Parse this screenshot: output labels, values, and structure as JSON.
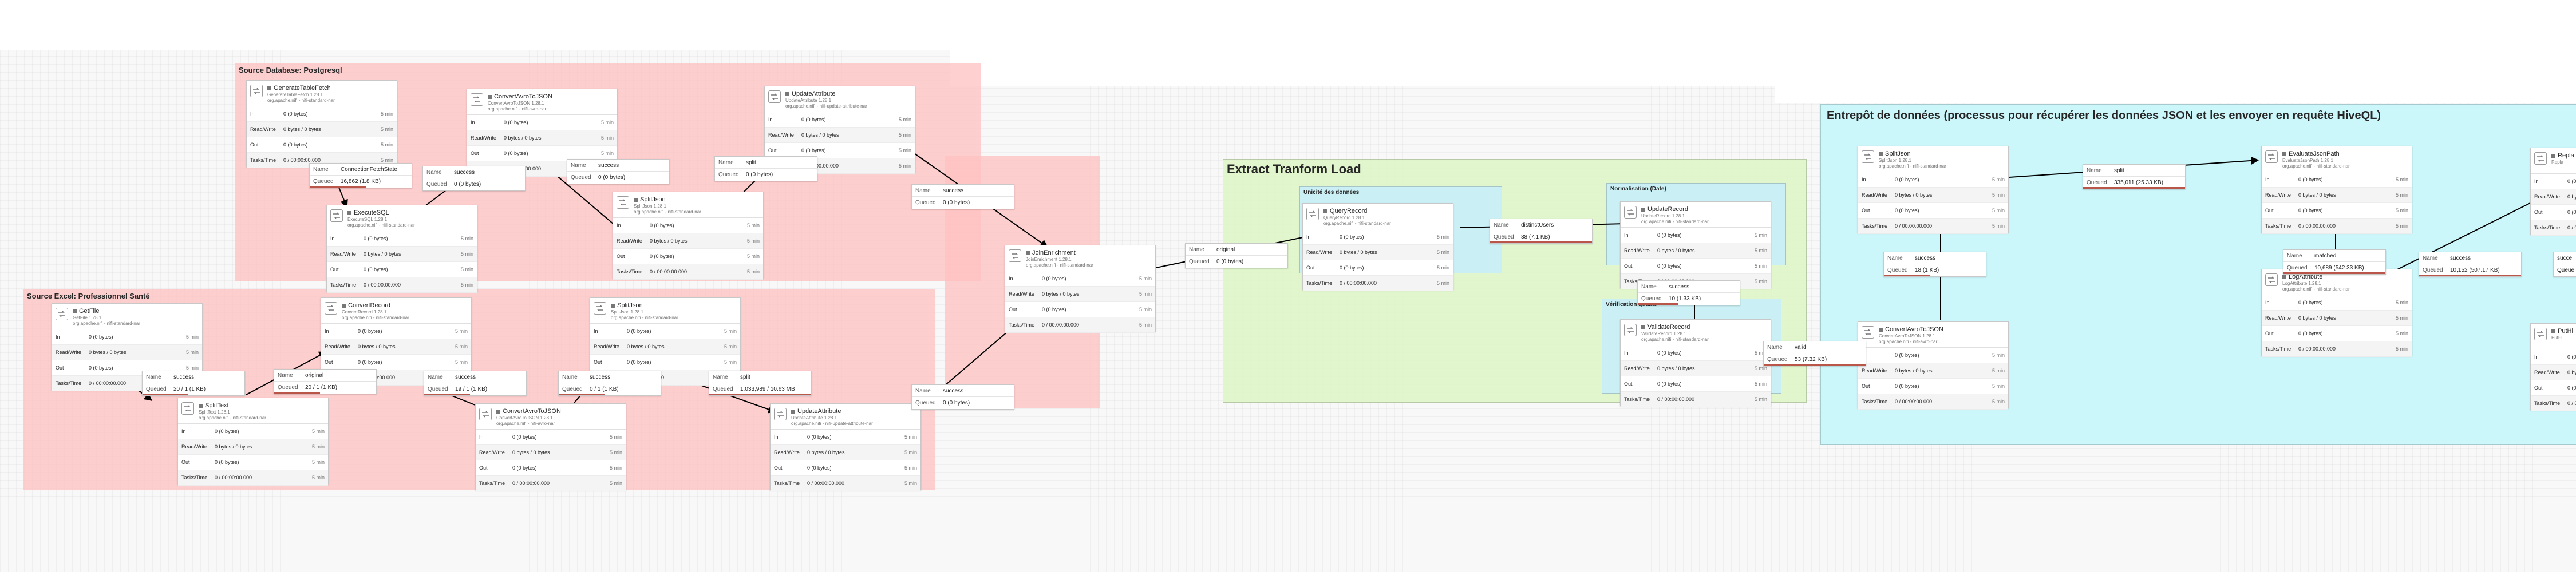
{
  "colors": {
    "group_pink": "#ffc0c0",
    "group_green": "#def5c8",
    "group_cyan": "#c8f0fa",
    "queue_bar": "#ba554a"
  },
  "groups": {
    "pg": {
      "title": "Source Database: Postgresql"
    },
    "excel": {
      "title": "Source Excel: Professionnel Santé"
    },
    "middle": {
      "title": ""
    },
    "etl": {
      "title": "Extract Tranform Load"
    },
    "unicite": {
      "title": "Unicité des données"
    },
    "norm": {
      "title": "Normalisation (Date)"
    },
    "verif": {
      "title": "Vérification qualité"
    },
    "dw": {
      "title": "Entrepôt de données (processus pour récupérer les données JSON et les envoyer en requête HiveQL)"
    }
  },
  "row_labels": {
    "in": "In",
    "rw": "Read/Write",
    "out": "Out",
    "tasks": "Tasks/Time"
  },
  "conn_labels": {
    "name": "Name",
    "queued": "Queued"
  },
  "processors": {
    "generate": {
      "name": "GenerateTableFetch",
      "type": "GenerateTableFetch 1.28.1",
      "bundle": "org.apache.nifi - nifi-standard-nar",
      "in": "0 (0 bytes)",
      "rw": "0 bytes / 0 bytes",
      "out": "0 (0 bytes)",
      "tasks": "0 / 00:00:00.000",
      "t": "5 min"
    },
    "execsql": {
      "name": "ExecuteSQL",
      "type": "ExecuteSQL 1.28.1",
      "bundle": "org.apache.nifi - nifi-standard-nar",
      "in": "0 (0 bytes)",
      "rw": "0 bytes / 0 bytes",
      "out": "0 (0 bytes)",
      "tasks": "0 / 00:00:00.000",
      "t": "5 min"
    },
    "avro1": {
      "name": "ConvertAvroToJSON",
      "type": "ConvertAvroToJSON 1.28.1",
      "bundle": "org.apache.nifi - nifi-avro-nar",
      "in": "0 (0 bytes)",
      "rw": "0 bytes / 0 bytes",
      "out": "0 (0 bytes)",
      "tasks": "0 / 00:00:00.000",
      "t": "5 min"
    },
    "splitjson1": {
      "name": "SplitJson",
      "type": "SplitJson 1.28.1",
      "bundle": "org.apache.nifi - nifi-standard-nar",
      "in": "0 (0 bytes)",
      "rw": "0 bytes / 0 bytes",
      "out": "0 (0 bytes)",
      "tasks": "0 / 00:00:00.000",
      "t": "5 min"
    },
    "update1": {
      "name": "UpdateAttribute",
      "type": "UpdateAttribute 1.28.1",
      "bundle": "org.apache.nifi - nifi-update-attribute-nar",
      "in": "0 (0 bytes)",
      "rw": "0 bytes / 0 bytes",
      "out": "0 (0 bytes)",
      "tasks": "0 / 00:00:00.000",
      "t": "5 min"
    },
    "getfile": {
      "name": "GetFile",
      "type": "GetFile 1.28.1",
      "bundle": "org.apache.nifi - nifi-standard-nar",
      "in": "0 (0 bytes)",
      "rw": "0 bytes / 0 bytes",
      "out": "0 (0 bytes)",
      "tasks": "0 / 00:00:00.000",
      "t": "5 min"
    },
    "splittext": {
      "name": "SplitText",
      "type": "SplitText 1.28.1",
      "bundle": "org.apache.nifi - nifi-standard-nar",
      "in": "0 (0 bytes)",
      "rw": "0 bytes / 0 bytes",
      "out": "0 (0 bytes)",
      "tasks": "0 / 00:00:00.000",
      "t": "5 min"
    },
    "convrec": {
      "name": "ConvertRecord",
      "type": "ConvertRecord 1.28.1",
      "bundle": "org.apache.nifi - nifi-standard-nar",
      "in": "0 (0 bytes)",
      "rw": "0 bytes / 0 bytes",
      "out": "0 (0 bytes)",
      "tasks": "0 / 00:00:00.000",
      "t": "5 min"
    },
    "avro2": {
      "name": "ConvertAvroToJSON",
      "type": "ConvertAvroToJSON 1.28.1",
      "bundle": "org.apache.nifi - nifi-avro-nar",
      "in": "0 (0 bytes)",
      "rw": "0 bytes / 0 bytes",
      "out": "0 (0 bytes)",
      "tasks": "0 / 00:00:00.000",
      "t": "5 min"
    },
    "splitjson2": {
      "name": "SplitJson",
      "type": "SplitJson 1.28.1",
      "bundle": "org.apache.nifi - nifi-standard-nar",
      "in": "0 (0 bytes)",
      "rw": "0 bytes / 0 bytes",
      "out": "0 (0 bytes)",
      "tasks": "0 / 00:00:00.000",
      "t": "5 min"
    },
    "update2": {
      "name": "UpdateAttribute",
      "type": "UpdateAttribute 1.28.1",
      "bundle": "org.apache.nifi - nifi-update-attribute-nar",
      "in": "0 (0 bytes)",
      "rw": "0 bytes / 0 bytes",
      "out": "0 (0 bytes)",
      "tasks": "0 / 00:00:00.000",
      "t": "5 min"
    },
    "join": {
      "name": "JoinEnrichment",
      "type": "JoinEnrichment 1.28.1",
      "bundle": "org.apache.nifi - nifi-standard-nar",
      "in": "0 (0 bytes)",
      "rw": "0 bytes / 0 bytes",
      "out": "0 (0 bytes)",
      "tasks": "0 / 00:00:00.000",
      "t": "5 min"
    },
    "query": {
      "name": "QueryRecord",
      "type": "QueryRecord 1.28.1",
      "bundle": "org.apache.nifi - nifi-standard-nar",
      "in": "0 (0 bytes)",
      "rw": "0 bytes / 0 bytes",
      "out": "0 (0 bytes)",
      "tasks": "0 / 00:00:00.000",
      "t": "5 min"
    },
    "updrec": {
      "name": "UpdateRecord",
      "type": "UpdateRecord 1.28.1",
      "bundle": "org.apache.nifi - nifi-standard-nar",
      "in": "0 (0 bytes)",
      "rw": "0 bytes / 0 bytes",
      "out": "0 (0 bytes)",
      "tasks": "0 / 00:00:00.000",
      "t": "5 min"
    },
    "valrec": {
      "name": "ValidateRecord",
      "type": "ValidateRecord 1.28.1",
      "bundle": "org.apache.nifi - nifi-standard-nar",
      "in": "0 (0 bytes)",
      "rw": "0 bytes / 0 bytes",
      "out": "0 (0 bytes)",
      "tasks": "0 / 00:00:00.000",
      "t": "5 min"
    },
    "splitjson3": {
      "name": "SplitJson",
      "type": "SplitJson 1.28.1",
      "bundle": "org.apache.nifi - nifi-standard-nar",
      "in": "0 (0 bytes)",
      "rw": "0 bytes / 0 bytes",
      "out": "0 (0 bytes)",
      "tasks": "0 / 00:00:00.000",
      "t": "5 min"
    },
    "avro3": {
      "name": "ConvertAvroToJSON",
      "type": "ConvertAvroToJSON 1.28.1",
      "bundle": "org.apache.nifi - nifi-avro-nar",
      "in": "0 (0 bytes)",
      "rw": "0 bytes / 0 bytes",
      "out": "0 (0 bytes)",
      "tasks": "0 / 00:00:00.000",
      "t": "5 min"
    },
    "evaljson": {
      "name": "EvaluateJsonPath",
      "type": "EvaluateJsonPath 1.28.1",
      "bundle": "org.apache.nifi - nifi-standard-nar",
      "in": "0 (0 bytes)",
      "rw": "0 bytes / 0 bytes",
      "out": "0 (0 bytes)",
      "tasks": "0 / 00:00:00.000",
      "t": "5 min"
    },
    "logattr": {
      "name": "LogAttribute",
      "type": "LogAttribute 1.28.1",
      "bundle": "org.apache.nifi - nifi-standard-nar",
      "in": "0 (0 bytes)",
      "rw": "0 bytes / 0 bytes",
      "out": "0 (0 bytes)",
      "tasks": "0 / 00:00:00.000",
      "t": "5 min"
    },
    "repl": {
      "name": "Repla",
      "type": "Repla",
      "bundle": "",
      "in": "0 (0",
      "rw": "0 byt",
      "out": "0 (0",
      "tasks": "0 / 0",
      "t": ""
    },
    "puthive": {
      "name": "PutHi",
      "type": "PutHi",
      "bundle": "",
      "in": "0 (0",
      "rw": "0 byt",
      "out": "0 (0",
      "tasks": "0 / 0",
      "t": ""
    }
  },
  "connections": {
    "c_conn": {
      "name": "ConnectionFetchState",
      "queued": "16,862 (1.8 KB)"
    },
    "c_succ1": {
      "name": "success",
      "queued": "0 (0 bytes)"
    },
    "c_succ2": {
      "name": "success",
      "queued": "0 (0 bytes)"
    },
    "c_split1": {
      "name": "split",
      "queued": "0 (0 bytes)"
    },
    "c_succ3": {
      "name": "success",
      "queued": "0 (0 bytes)"
    },
    "c_succ4": {
      "name": "success",
      "queued": "20 / 1 (1 KB)"
    },
    "c_orig": {
      "name": "original",
      "queued": "20 / 1 (1 KB)"
    },
    "c_succ5": {
      "name": "success",
      "queued": "19 / 1 (1 KB)"
    },
    "c_succ6": {
      "name": "success",
      "queued": "0 / 1 (1 KB)"
    },
    "c_split2": {
      "name": "split",
      "queued": "1,033,989 / 10.63 MB"
    },
    "c_succ7": {
      "name": "success",
      "queued": "0 (0 bytes)"
    },
    "c_orig2": {
      "name": "original",
      "queued": "0 (0 bytes)"
    },
    "c_distinct": {
      "name": "distinctUsers",
      "queued": "38 (7.1 KB)"
    },
    "c_succ8": {
      "name": "success",
      "queued": "10 (1.33 KB)"
    },
    "c_valid": {
      "name": "valid",
      "queued": "53 (7.32 KB)"
    },
    "c_succ9": {
      "name": "success",
      "queued": "18 (1 KB)"
    },
    "c_split3": {
      "name": "split",
      "queued": "335,011 (25.33 KB)"
    },
    "c_matched": {
      "name": "matched",
      "queued": "10,689 (542.33 KB)"
    },
    "c_succ10": {
      "name": "success",
      "queued": "10,152 (507.17 KB)"
    },
    "c_succ11": {
      "name": "succe",
      "queued": "Queue"
    }
  }
}
